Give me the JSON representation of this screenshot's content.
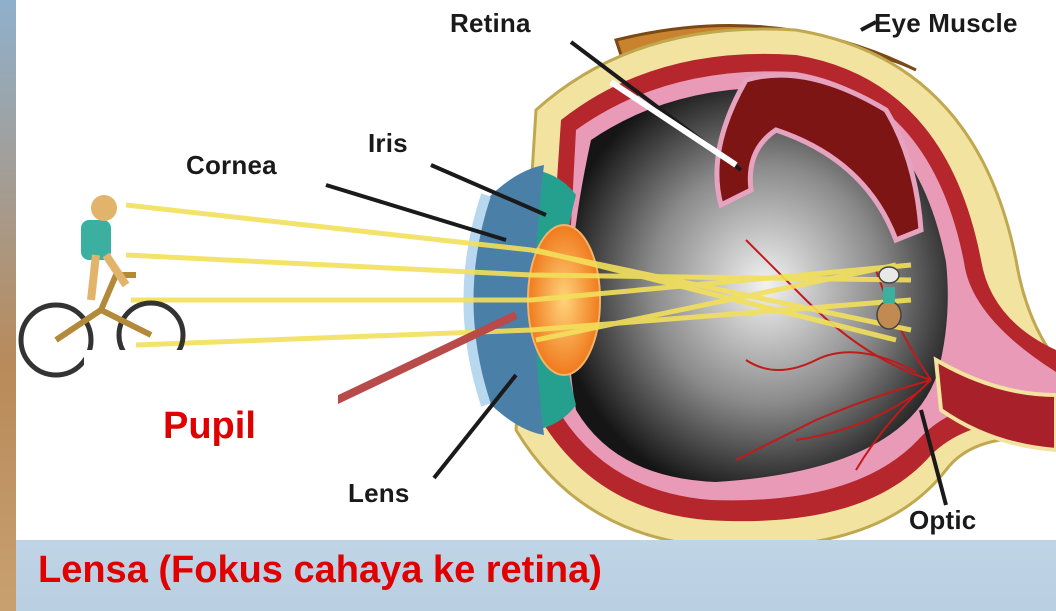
{
  "diagram": {
    "labels": {
      "retina": "Retina",
      "eye_muscle": "Eye Muscle",
      "iris": "Iris",
      "cornea": "Cornea",
      "lens": "Lens",
      "optic": "Optic"
    },
    "callout": "Pupil"
  },
  "caption": "Lensa (Fokus cahaya ke retina)",
  "colors": {
    "callout_text": "#e00000",
    "pointer": "#b84a4a",
    "light_rays": "#f3e05a"
  }
}
